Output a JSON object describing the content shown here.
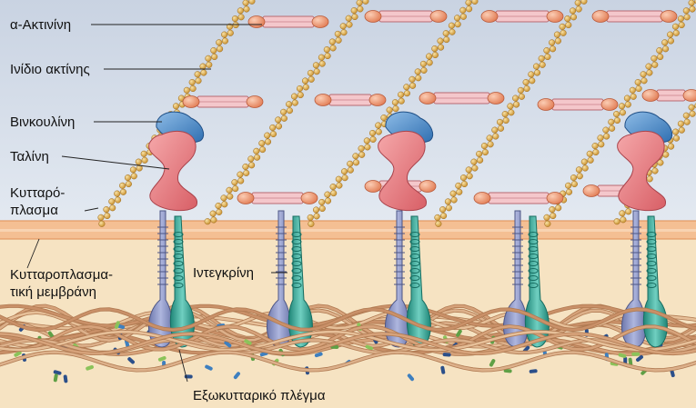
{
  "labels": {
    "alpha_actinin": "α-Ακτινίνη",
    "actin_filament": "Ινίδιο ακτίνης",
    "vinculin": "Βινκουλίνη",
    "talin": "Ταλίνη",
    "cytoplasm": [
      "Κυτταρό-",
      "πλασμα"
    ],
    "membrane": [
      "Κυτταροπλασμα-",
      "τική μεμβράνη"
    ],
    "integrin": "Ιντεγκρίνη",
    "ecm": "Εξωκυτταρικό πλέγμα"
  },
  "colors": {
    "cytoplasm_bg": "#d9e1ec",
    "membrane": "#f2b98c",
    "ecm_bg": "#f7e6c6",
    "actin": "#e0b457",
    "actinin_rod": "#f2c4c8",
    "actinin_head": "#f4a07e",
    "vinculin": "#4f8fce",
    "talin": "#e97f84",
    "integrin_alpha": "#8a94c4",
    "integrin_beta": "#3aaa9c",
    "ecm_fiber": "#d9a77c"
  }
}
